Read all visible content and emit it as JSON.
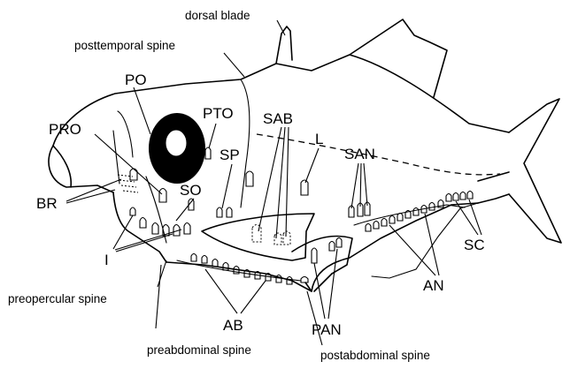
{
  "labels": {
    "dorsal_blade": "dorsal blade",
    "posttemporal_spine": "posttemporal spine",
    "PO": "PO",
    "PTO": "PTO",
    "PRO": "PRO",
    "SAB": "SAB",
    "L": "L",
    "SAN": "SAN",
    "SP": "SP",
    "BR": "BR",
    "SO": "SO",
    "I": "I",
    "preopercular_spine": "preopercular spine",
    "AB": "AB",
    "preabdominal_spine": "preabdominal spine",
    "postabdominal_spine": "postabdominal spine",
    "PAN": "PAN",
    "AN": "AN",
    "SC": "SC"
  },
  "colors": {
    "ink": "#000000",
    "background": "#ffffff"
  }
}
